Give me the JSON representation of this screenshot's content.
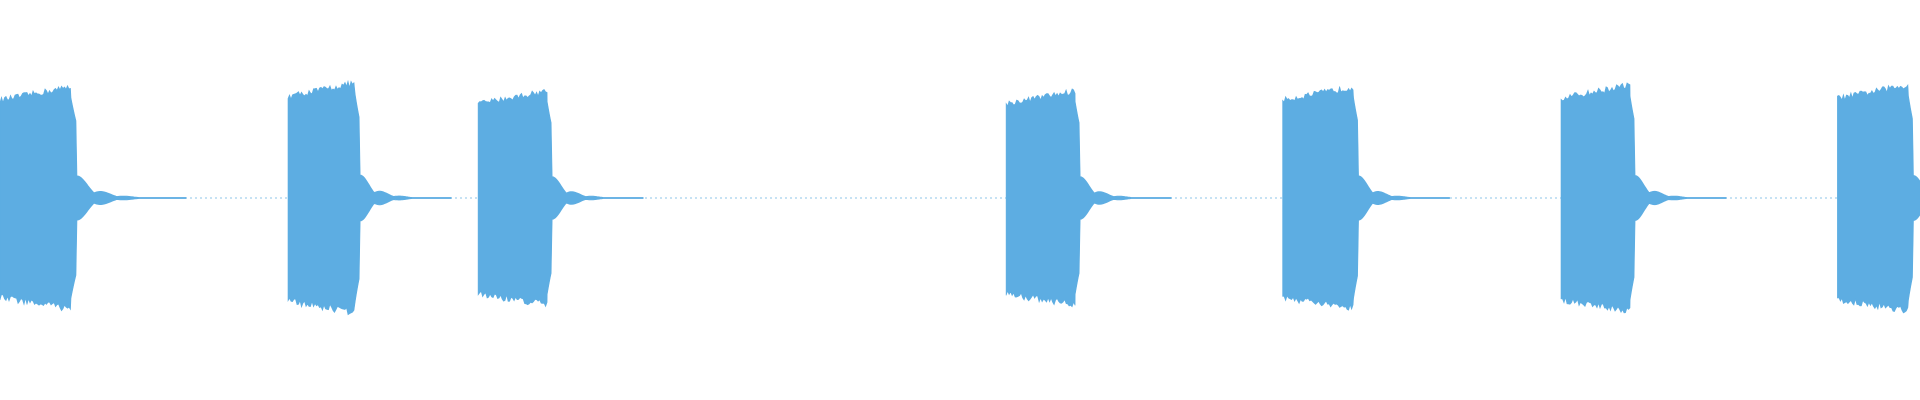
{
  "waveform": {
    "color": "#5dade2",
    "background": "#ffffff",
    "duration_seconds": 1,
    "bursts": [
      {
        "start": 0.0,
        "end": 0.037,
        "amplitude": 0.55,
        "decay": 0.03
      },
      {
        "start": 0.15,
        "end": 0.185,
        "amplitude": 0.57,
        "decay": 0.025
      },
      {
        "start": 0.249,
        "end": 0.285,
        "amplitude": 0.53,
        "decay": 0.025
      },
      {
        "start": 0.524,
        "end": 0.56,
        "amplitude": 0.53,
        "decay": 0.025
      },
      {
        "start": 0.668,
        "end": 0.705,
        "amplitude": 0.55,
        "decay": 0.025
      },
      {
        "start": 0.813,
        "end": 0.849,
        "amplitude": 0.56,
        "decay": 0.025
      },
      {
        "start": 0.957,
        "end": 0.994,
        "amplitude": 0.56,
        "decay": 0.025
      }
    ]
  }
}
